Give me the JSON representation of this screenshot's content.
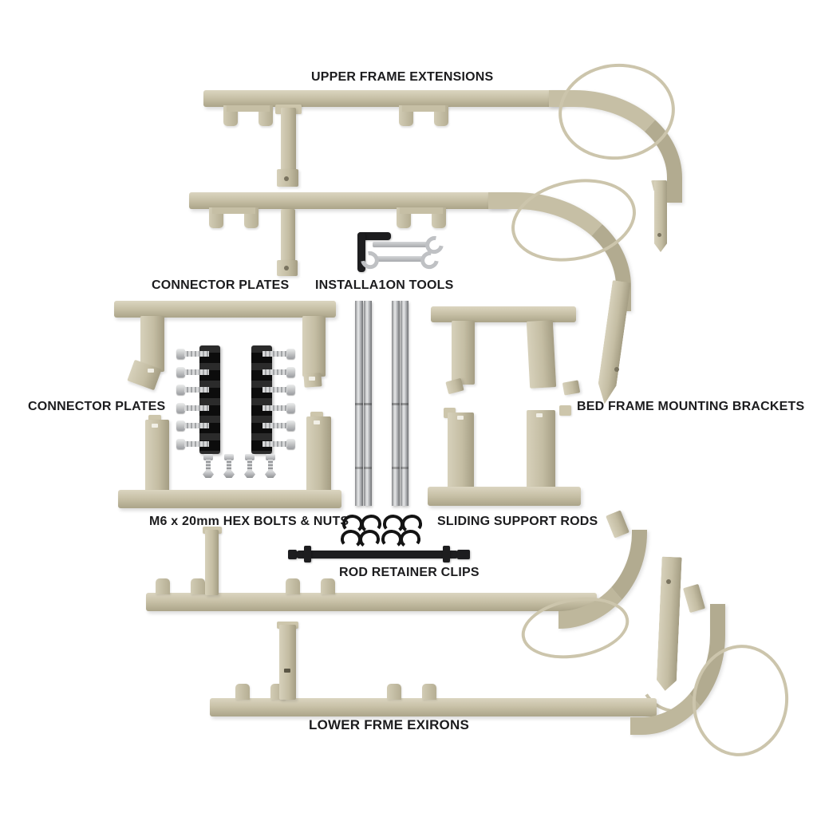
{
  "page": {
    "background": "#ffffff"
  },
  "colors": {
    "frame_beige": "#c7c0a6",
    "frame_beige_light": "#dbd5c0",
    "frame_beige_dark": "#a9a287",
    "hardware_black": "#161616",
    "metal_silver": "#c9cbcd",
    "label_text": "#1c1c1e",
    "background": "#ffffff"
  },
  "labels": {
    "upper_frame_extensions": "UPPER FRAME EXTENSIONS",
    "connector_plates_top": "CONNECTOR PLATES",
    "installation_tools": "INSTALLA1ON TOOLS",
    "connector_plates_left": "CONNECTOR PLATES",
    "bed_frame_mounting_brackets": "BED FRAME MOUNTING BRACKETS",
    "hex_bolts_and_nuts": "M6 x 20mm HEX BOLTS & NUTS",
    "sliding_support_rods": "SLIDING SUPPORT RODS",
    "rod_retainer_clips": "ROD RETAINER CLIPS",
    "lower_frame_extensions": "LOWER FRME EXIRONS"
  },
  "hardware": {
    "bolt_strips": 2,
    "bolts_per_strip": 6,
    "loose_bolts": 4,
    "retainer_clip_rows": 2,
    "retainer_clip_cols": 4,
    "rod_pairs": 2,
    "wrenches": 2,
    "hex_keys": 1
  }
}
